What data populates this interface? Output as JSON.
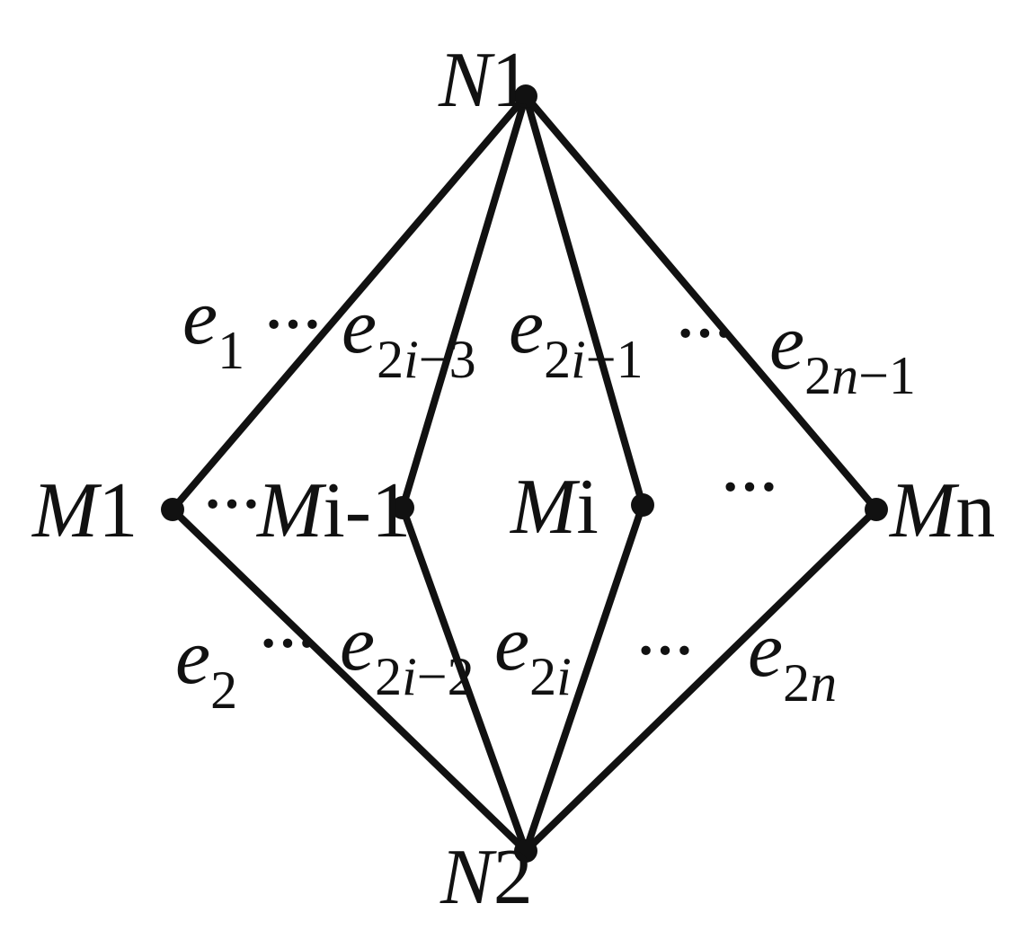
{
  "nodes": {
    "top": {
      "var": "N",
      "idx": "1"
    },
    "bottom": {
      "var": "N",
      "idx": "2"
    },
    "m1": {
      "var": "M",
      "idx": "1"
    },
    "mi_minus_1": {
      "var": "M",
      "idx": "i-1"
    },
    "mi": {
      "var": "M",
      "idx": "i"
    },
    "mn": {
      "var": "M",
      "idx": "n"
    }
  },
  "edges": {
    "e1": {
      "var": "e",
      "sub": "1"
    },
    "e2": {
      "var": "e",
      "sub": "2"
    },
    "e2i_3": {
      "var": "e",
      "sub_a": "2",
      "sub_b": "i",
      "sub_c": "−3"
    },
    "e2i_2": {
      "var": "e",
      "sub_a": "2",
      "sub_b": "i",
      "sub_c": "−2"
    },
    "e2i_1": {
      "var": "e",
      "sub_a": "2",
      "sub_b": "i",
      "sub_c": "−1"
    },
    "e2i": {
      "var": "e",
      "sub_a": "2",
      "sub_b": "i"
    },
    "e2n_1": {
      "var": "e",
      "sub_a": "2",
      "sub_b": "n",
      "sub_c": "−1"
    },
    "e2n": {
      "var": "e",
      "sub_a": "2",
      "sub_b": "n"
    }
  },
  "ellipsis": "···"
}
